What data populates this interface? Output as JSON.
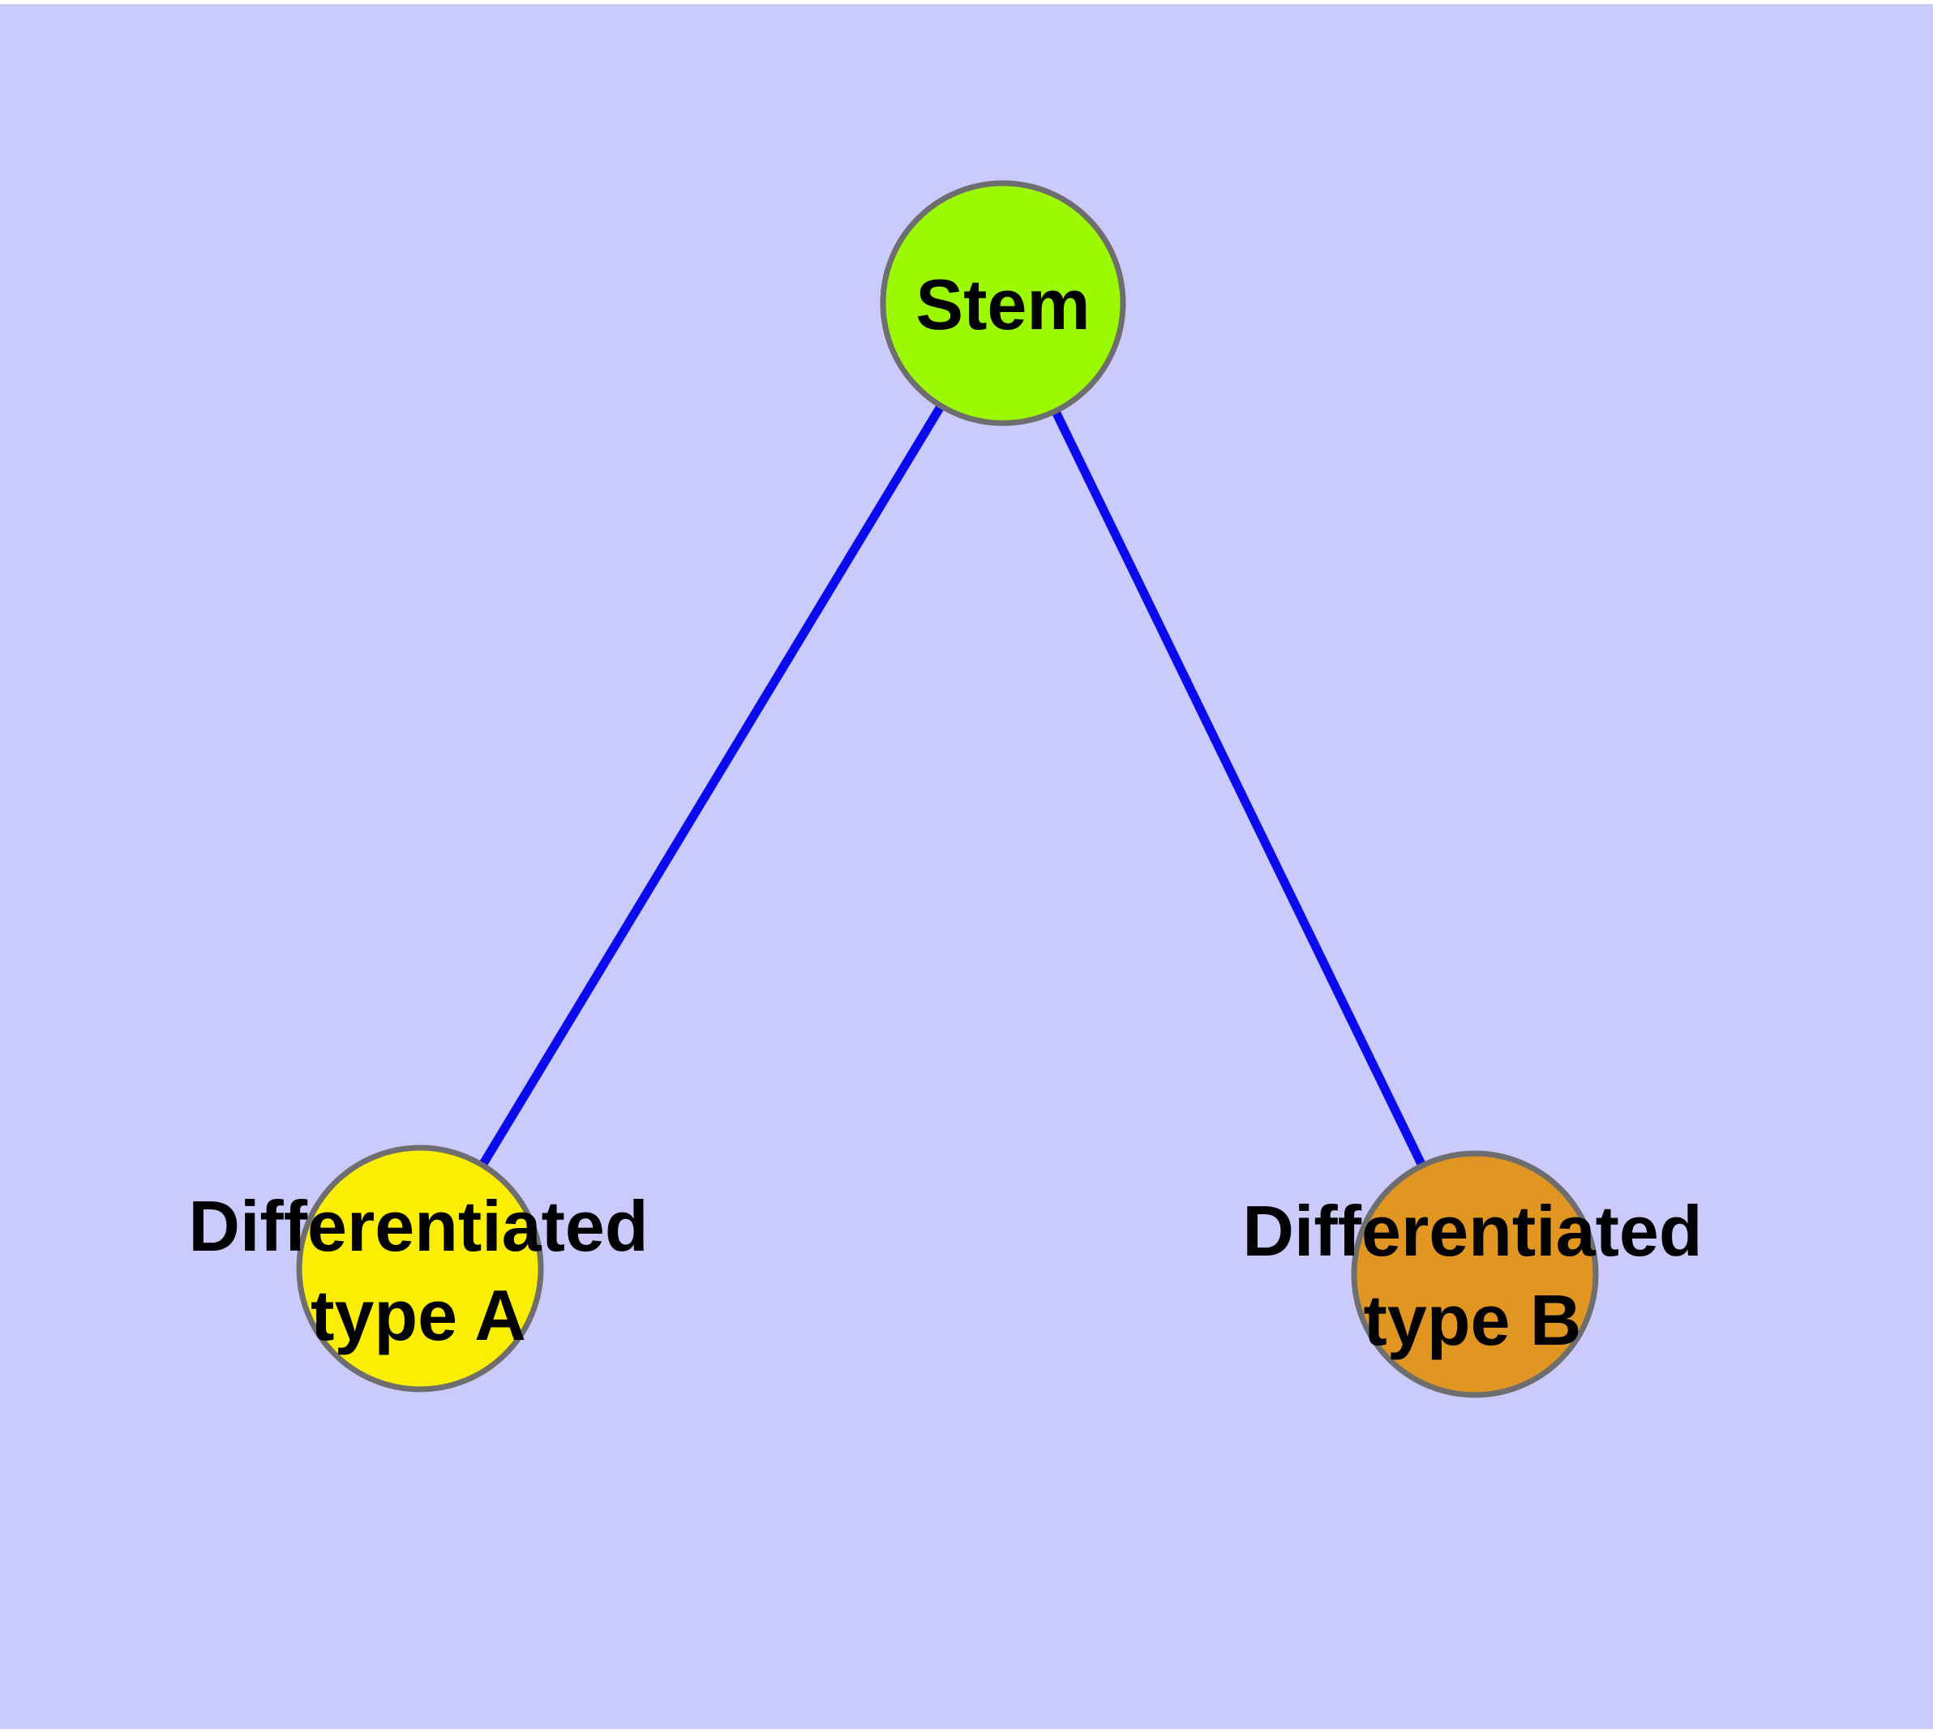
{
  "diagram": {
    "kind": "node-link-graph",
    "background_color": "#cacafc",
    "frame_color": "#ffffff",
    "edge_color": "#0a0aee",
    "node_border_color": "#6e6e6e",
    "label_color": "#000000",
    "nodes": [
      {
        "id": "stem",
        "label": "Stem",
        "fill": "#9bfa00"
      },
      {
        "id": "differentiated-type-a",
        "label_line1": "Differentiated",
        "label_line2": "type A",
        "fill": "#fcee00"
      },
      {
        "id": "differentiated-type-b",
        "label_line1": "Differentiated",
        "label_line2": "type B",
        "fill": "#e09620"
      }
    ],
    "edges": [
      {
        "from": "Stem",
        "to": "Differentiated type A"
      },
      {
        "from": "Stem",
        "to": "Differentiated type B"
      }
    ]
  }
}
